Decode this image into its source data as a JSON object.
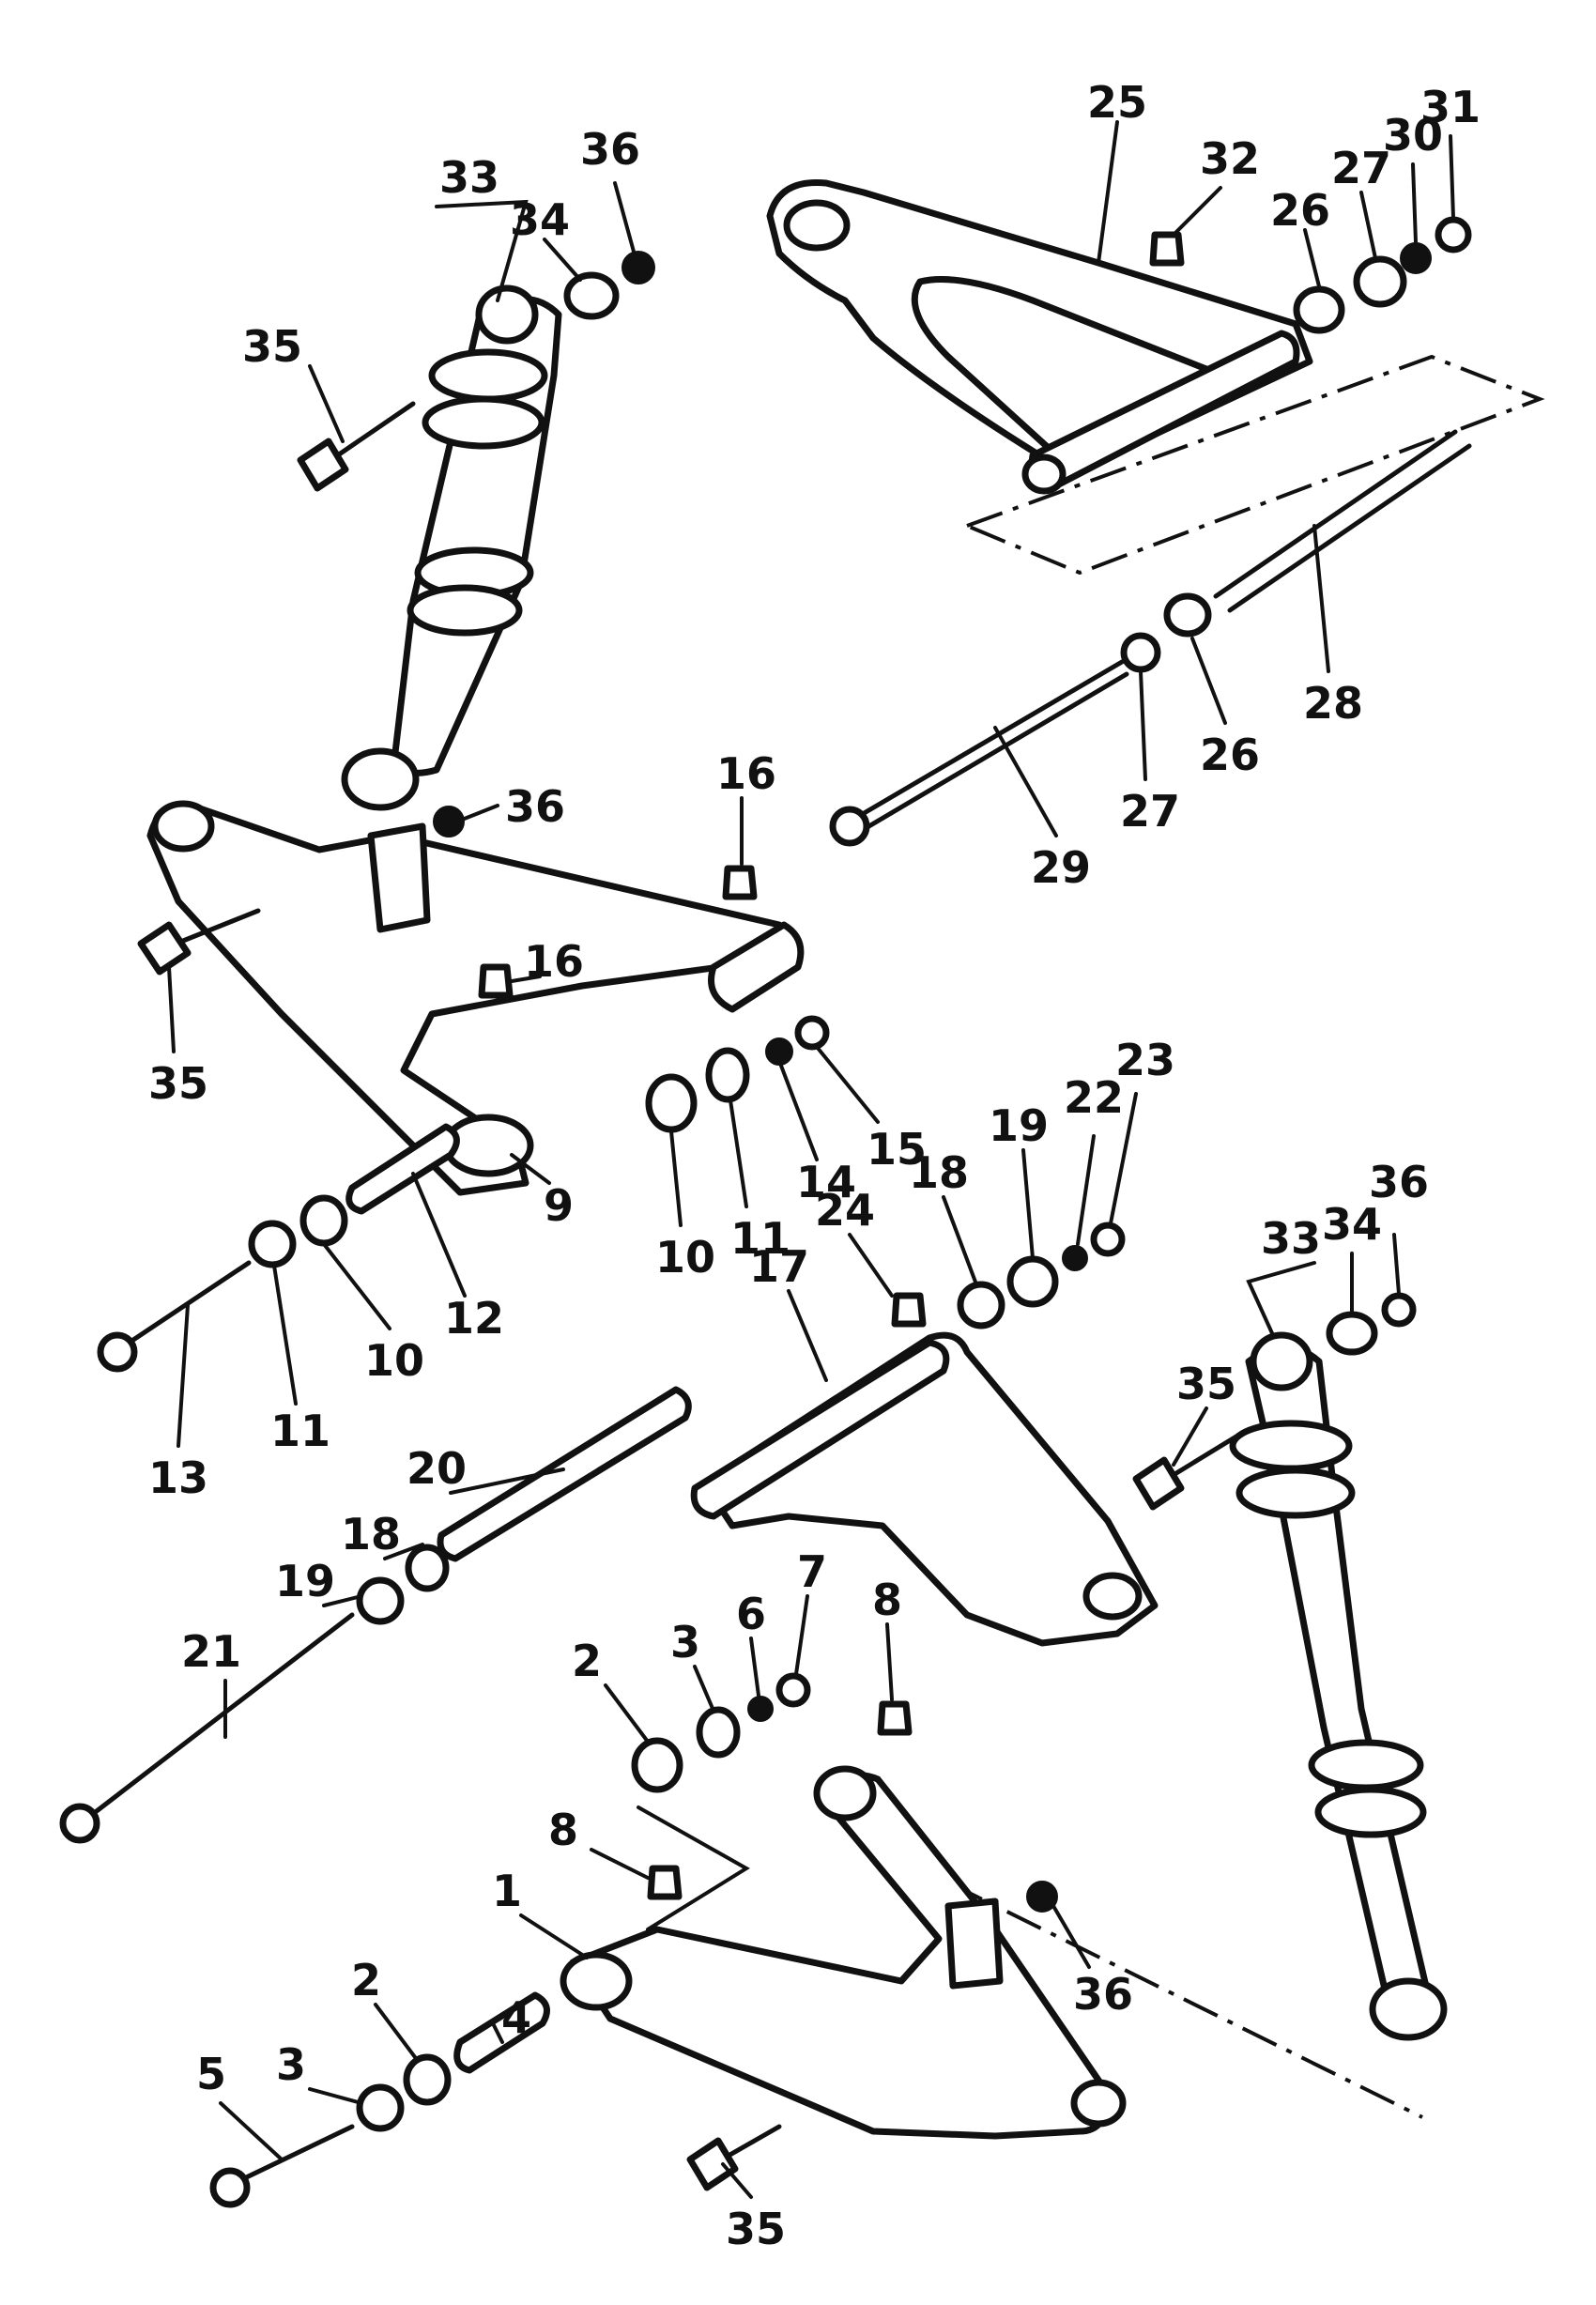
{
  "colors": {
    "ink": "#111111",
    "paper": "#ffffff"
  },
  "callouts": [
    {
      "id": "c1",
      "text": "1"
    },
    {
      "id": "c2a",
      "text": "2"
    },
    {
      "id": "c2b",
      "text": "2"
    },
    {
      "id": "c3a",
      "text": "3"
    },
    {
      "id": "c3b",
      "text": "3"
    },
    {
      "id": "c4",
      "text": "4"
    },
    {
      "id": "c5",
      "text": "5"
    },
    {
      "id": "c6",
      "text": "6"
    },
    {
      "id": "c7",
      "text": "7"
    },
    {
      "id": "c8a",
      "text": "8"
    },
    {
      "id": "c8b",
      "text": "8"
    },
    {
      "id": "c9",
      "text": "9"
    },
    {
      "id": "c10a",
      "text": "10"
    },
    {
      "id": "c10b",
      "text": "10"
    },
    {
      "id": "c11a",
      "text": "11"
    },
    {
      "id": "c11b",
      "text": "11"
    },
    {
      "id": "c12",
      "text": "12"
    },
    {
      "id": "c13",
      "text": "13"
    },
    {
      "id": "c14",
      "text": "14"
    },
    {
      "id": "c15",
      "text": "15"
    },
    {
      "id": "c16a",
      "text": "16"
    },
    {
      "id": "c16b",
      "text": "16"
    },
    {
      "id": "c17",
      "text": "17"
    },
    {
      "id": "c18a",
      "text": "18"
    },
    {
      "id": "c18b",
      "text": "18"
    },
    {
      "id": "c19a",
      "text": "19"
    },
    {
      "id": "c19b",
      "text": "19"
    },
    {
      "id": "c20",
      "text": "20"
    },
    {
      "id": "c21",
      "text": "21"
    },
    {
      "id": "c22",
      "text": "22"
    },
    {
      "id": "c23",
      "text": "23"
    },
    {
      "id": "c24",
      "text": "24"
    },
    {
      "id": "c25",
      "text": "25"
    },
    {
      "id": "c26a",
      "text": "26"
    },
    {
      "id": "c26b",
      "text": "26"
    },
    {
      "id": "c27a",
      "text": "27"
    },
    {
      "id": "c27b",
      "text": "27"
    },
    {
      "id": "c28",
      "text": "28"
    },
    {
      "id": "c29",
      "text": "29"
    },
    {
      "id": "c30",
      "text": "30"
    },
    {
      "id": "c31",
      "text": "31"
    },
    {
      "id": "c32",
      "text": "32"
    },
    {
      "id": "c33a",
      "text": "33"
    },
    {
      "id": "c33b",
      "text": "33"
    },
    {
      "id": "c34a",
      "text": "34"
    },
    {
      "id": "c34b",
      "text": "34"
    },
    {
      "id": "c35a",
      "text": "35"
    },
    {
      "id": "c35b",
      "text": "35"
    },
    {
      "id": "c35c",
      "text": "35"
    },
    {
      "id": "c35d",
      "text": "35"
    },
    {
      "id": "c36a",
      "text": "36"
    },
    {
      "id": "c36b",
      "text": "36"
    },
    {
      "id": "c36c",
      "text": "36"
    },
    {
      "id": "c36d",
      "text": "36"
    }
  ]
}
